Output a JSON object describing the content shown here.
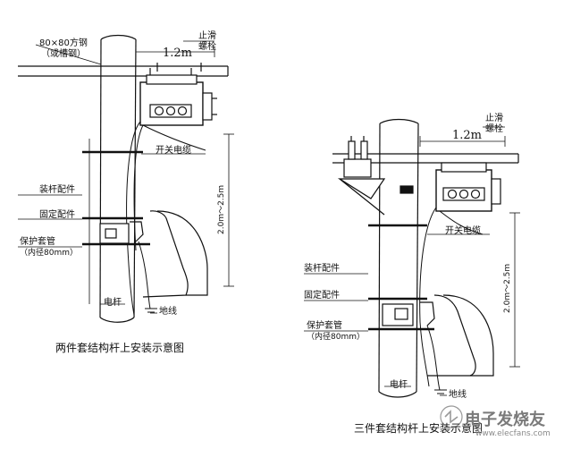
{
  "left": {
    "steel_label": "80×80方钢",
    "steel_label_2": "（或槽钢）",
    "dim_horizontal": "1.2m",
    "stop_bolt_1": "止滑",
    "stop_bolt_2": "螺栓",
    "switch_cable": "开关电缆",
    "pole_fitting": "装杆配件",
    "fix_fitting": "固定配件",
    "protect_pipe": "保护套管",
    "protect_pipe_dim": "（内径80mm）",
    "dim_vertical": "2.0m～2.5m",
    "pole": "电杆",
    "ground": "地线",
    "caption": "两件套结构杆上安装示意图"
  },
  "right": {
    "stop_bolt_1": "止滑",
    "stop_bolt_2": "螺栓",
    "dim_horizontal": "1.2m",
    "switch_cable": "开关电缆",
    "pole_fitting": "装杆配件",
    "fix_fitting": "固定配件",
    "protect_pipe": "保护套管",
    "protect_pipe_dim": "（内径80mm）",
    "dim_vertical": "2.0m～2.5m",
    "pole": "电杆",
    "ground": "地线",
    "caption": "三件套结构杆上安装示意图"
  },
  "watermark": {
    "text": "电子发烧友",
    "url": "www.elecfans.com"
  }
}
